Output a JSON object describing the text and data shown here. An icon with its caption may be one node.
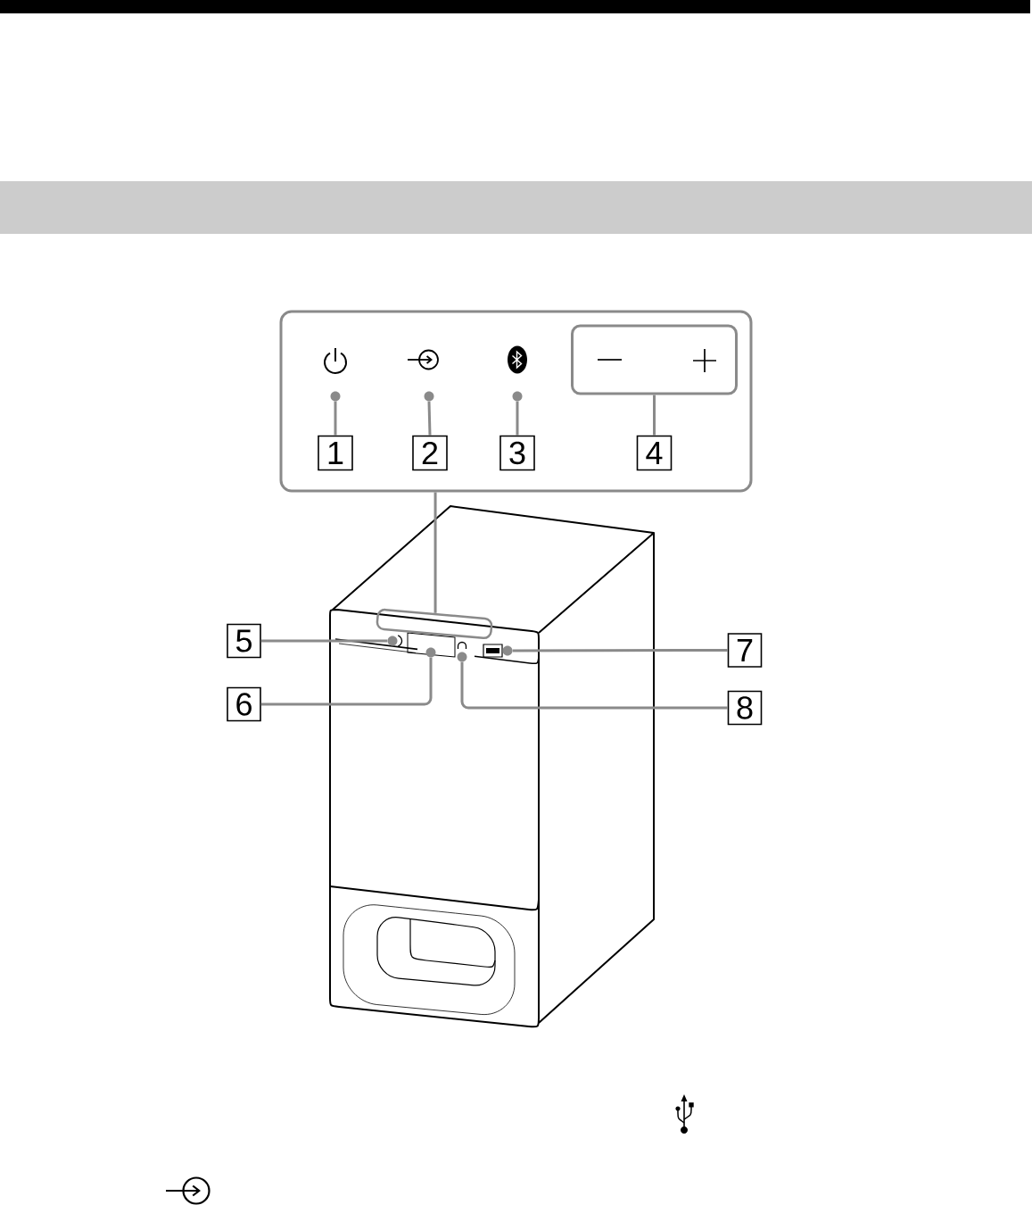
{
  "diagram": {
    "nodes": [
      {
        "text": [],
        "shape": "bar"
      },
      {
        "text": [],
        "shape": "box"
      },
      {
        "text": [],
        "shape": "box",
        "in": 1
      },
      {
        "text": [],
        "shape": "circle",
        "in": 1
      },
      {
        "text": [],
        "shape": "circle",
        "in": 1
      },
      {
        "text": [],
        "shape": "circle",
        "in": 1
      },
      {
        "text": [
          "1"
        ],
        "in": 1
      },
      {
        "text": [
          "2"
        ],
        "in": 1
      },
      {
        "text": [
          "3"
        ],
        "in": 1
      },
      {
        "text": [
          "4"
        ],
        "in": 1
      },
      {
        "text": [],
        "shape": "box"
      },
      {
        "text": [
          "5"
        ]
      },
      {
        "text": [],
        "shape": "circle"
      },
      {
        "text": [],
        "shape": "circle"
      },
      {
        "text": [],
        "shape": "circle"
      },
      {
        "text": [],
        "shape": "circle"
      },
      {
        "text": [
          "7"
        ]
      },
      {
        "text": [
          "6"
        ]
      },
      {
        "text": [
          "8"
        ]
      }
    ],
    "edges": [
      {
        "from": 6,
        "to": 3,
        "arrow": "none"
      },
      {
        "from": 7,
        "to": 4,
        "arrow": "none"
      },
      {
        "from": 8,
        "to": 5,
        "arrow": "none"
      },
      {
        "from": 9,
        "to": 2,
        "arrow": "none"
      },
      {
        "from": 1,
        "to": 10,
        "arrow": "none"
      },
      {
        "from": 11,
        "to": 12,
        "arrow": "none"
      },
      {
        "from": 17,
        "to": 13,
        "arrow": "none"
      },
      {
        "from": 16,
        "to": 15,
        "arrow": "none"
      },
      {
        "from": 18,
        "to": 14,
        "arrow": "none"
      }
    ]
  }
}
